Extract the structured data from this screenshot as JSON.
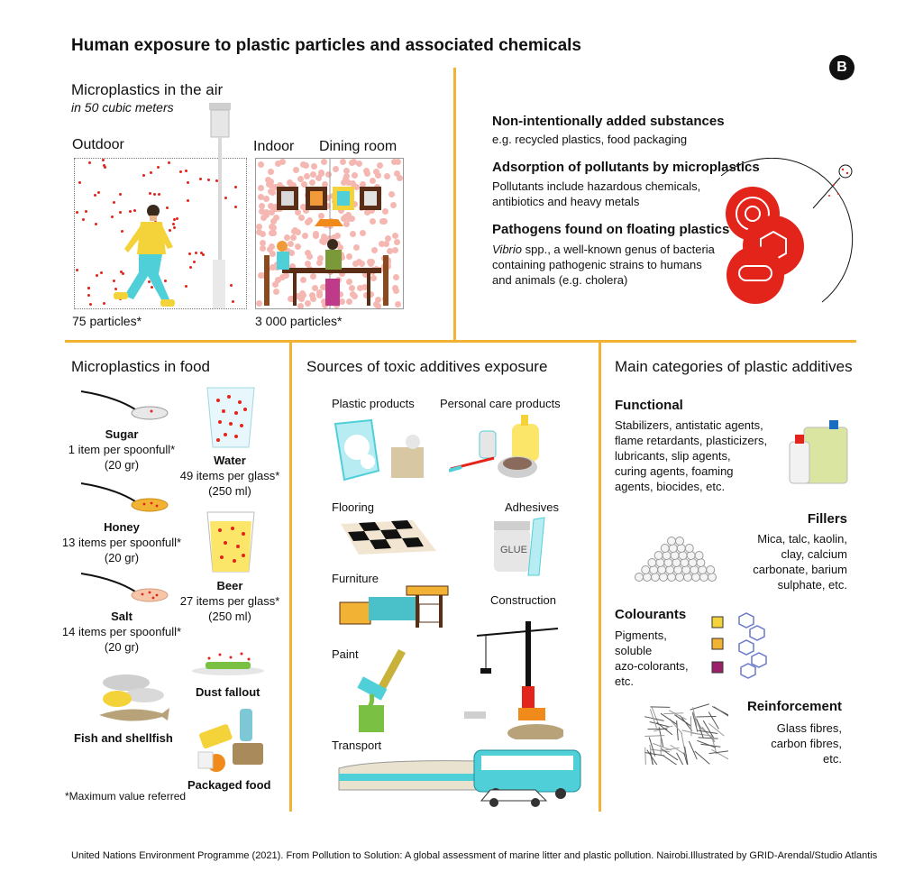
{
  "title": "Human exposure to plastic particles and associated chemicals",
  "badge": "B",
  "air": {
    "heading": "Microplastics in the air",
    "subheading": "in 50 cubic meters",
    "outdoor_label": "Outdoor",
    "indoor_label": "Indoor",
    "dining_label": "Dining room",
    "outdoor_count": "75 particles*",
    "indoor_count": "3 000 particles*"
  },
  "substances": {
    "nias_heading": "Non-intentionally added substances",
    "nias_text": "e.g. recycled plastics, food packaging",
    "adsorption_heading": "Adsorption of pollutants by microplastics",
    "adsorption_text1": "Pollutants include hazardous chemicals,",
    "adsorption_text2": "antibiotics and heavy metals",
    "pathogens_heading": "Pathogens found on floating plastics",
    "pathogens_text_italic": "Vibrio",
    "pathogens_text1": " spp., a well-known genus of bacteria",
    "pathogens_text2": "containing pathogenic strains to humans",
    "pathogens_text3": "and animals (e.g. cholera)"
  },
  "food": {
    "heading": "Microplastics in food",
    "sugar_name": "Sugar",
    "sugar_amount": "1 item per spoonfull*",
    "sugar_unit": "(20 gr)",
    "water_name": "Water",
    "water_amount": "49 items per glass*",
    "water_unit": "(250 ml)",
    "honey_name": "Honey",
    "honey_amount": "13 items per spoonfull*",
    "honey_unit": "(20 gr)",
    "beer_name": "Beer",
    "beer_amount": "27 items per glass*",
    "beer_unit": "(250 ml)",
    "salt_name": "Salt",
    "salt_amount": "14 items per spoonfull*",
    "salt_unit": "(20 gr)",
    "dust": "Dust fallout",
    "fish": "Fish and shellfish",
    "packaged": "Packaged food",
    "footnote": "*Maximum value referred"
  },
  "sources": {
    "heading": "Sources of toxic additives exposure",
    "plastic_products": "Plastic products",
    "personal_care": "Personal care products",
    "flooring": "Flooring",
    "adhesives": "Adhesives",
    "glue": "GLUE",
    "furniture": "Furniture",
    "construction": "Construction",
    "paint": "Paint",
    "transport": "Transport"
  },
  "additives": {
    "heading": "Main categories of plastic additives",
    "functional_heading": "Functional",
    "functional_lines": [
      "Stabilizers, antistatic agents,",
      "flame retardants, plasticizers,",
      "lubricants, slip agents,",
      "curing agents, foaming",
      "agents, biocides, etc."
    ],
    "fillers_heading": "Fillers",
    "fillers_lines": [
      "Mica, talc, kaolin,",
      "clay, calcium",
      "carbonate, barium",
      "sulphate, etc."
    ],
    "colourants_heading": "Colourants",
    "colourants_lines": [
      "Pigments,",
      "soluble",
      "azo-colorants,",
      "etc."
    ],
    "reinforcement_heading": "Reinforcement",
    "reinforcement_lines": [
      "Glass fibres,",
      "carbon fibres,",
      "etc."
    ]
  },
  "footer": {
    "citation": "United Nations Environment Programme (2021). From Pollution to Solution: A global assessment of marine litter and plastic pollution. Nairobi.",
    "credit": "Illustrated by GRID-Arendal/Studio Atlantis"
  },
  "colors": {
    "divider": "#f2b233",
    "accent_red": "#e3241b",
    "particle_pink": "#f5b7b1"
  }
}
